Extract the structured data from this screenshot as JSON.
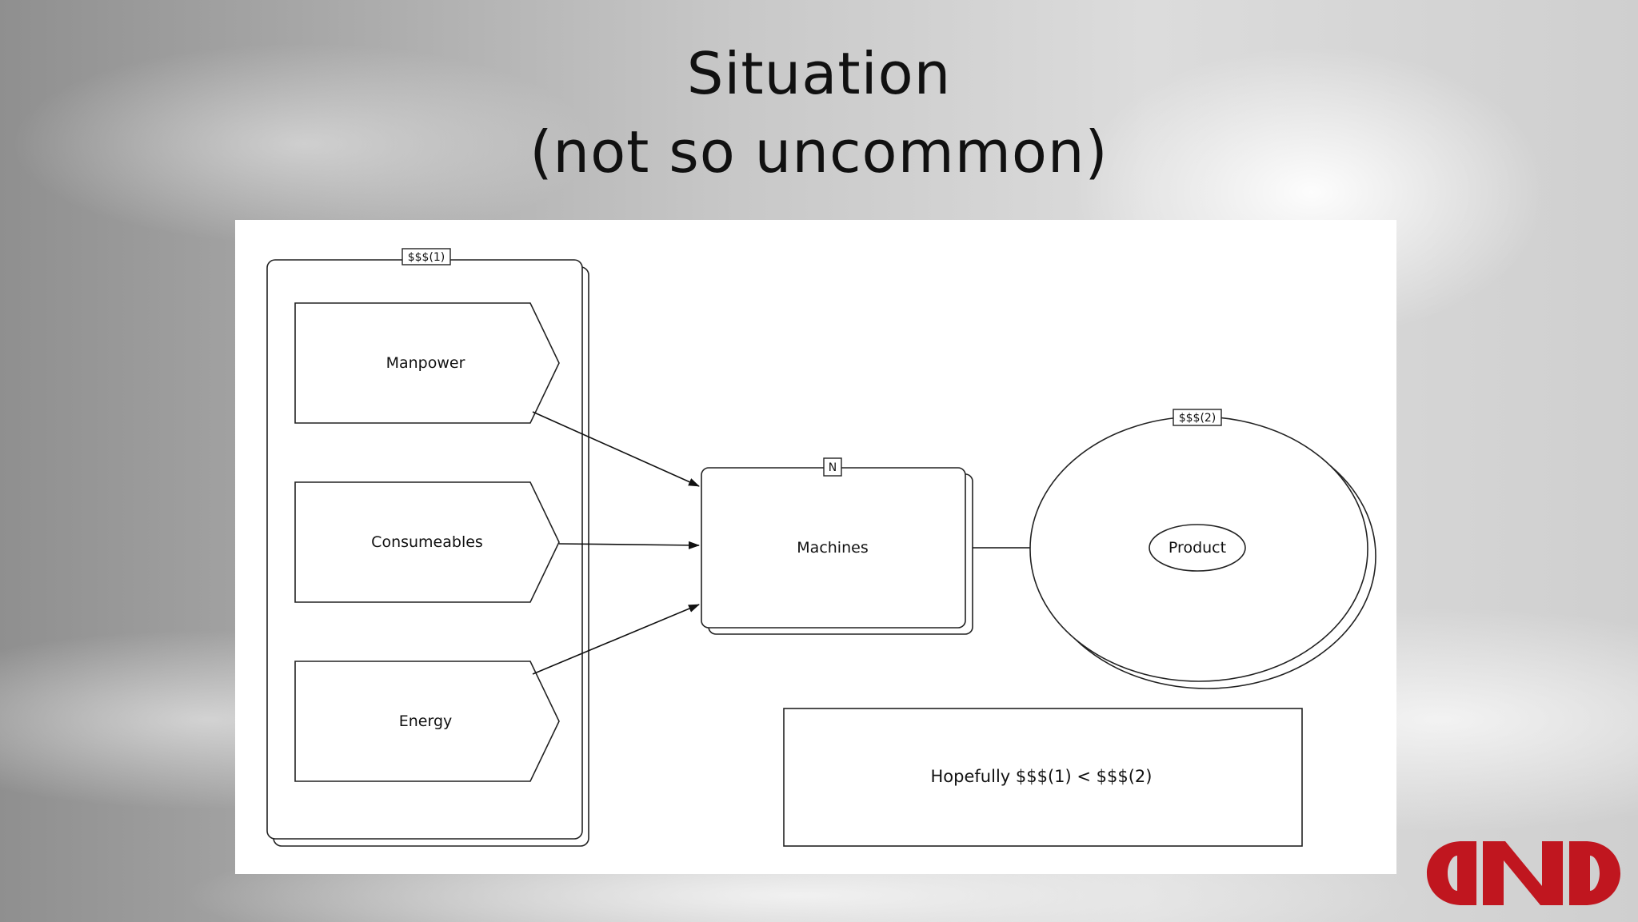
{
  "slide": {
    "title_line1": "Situation",
    "title_line2": "(not so uncommon)"
  },
  "diagram": {
    "inputs_group_tag": "$$$(1)",
    "inputs": [
      "Manpower",
      "Consumeables",
      "Energy"
    ],
    "process_tag": "N",
    "process_label": "Machines",
    "output_group_tag": "$$$(2)",
    "output_label": "Product",
    "note": "Hopefully $$$(1) < $$$(2)"
  },
  "brand": {
    "logo_color": "#c0161f"
  }
}
